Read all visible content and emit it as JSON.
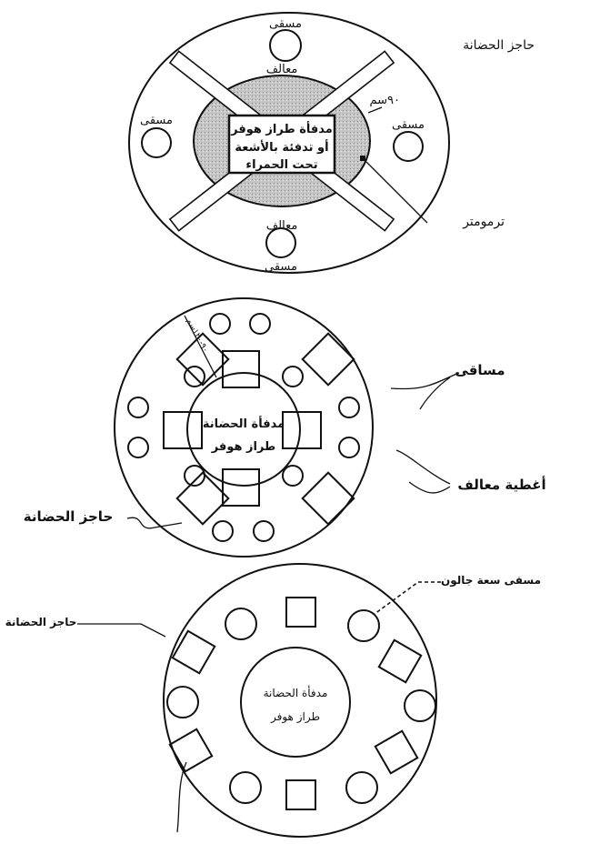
{
  "diagram1": {
    "brooder_guard": "حاجز الحضانة",
    "waterer": "مسقى",
    "feeder": "معالف",
    "distance": "٩٠سم",
    "heater_lines": [
      "مدفأة طراز هوفر",
      "أو تدفئة بالأشعة",
      "تحت الحمراء"
    ],
    "thermometer": "ترمومتر",
    "heated_area_color": "#bdbdbd"
  },
  "diagram2": {
    "heater_lines": [
      "مدفأة الحضانة",
      "طراز هوفر"
    ],
    "waterers": "مساقى",
    "feeder_covers": "أغطية معالف",
    "brooder_guard": "حاجز الحضانة",
    "distance": "٩٠-١٢٠سم"
  },
  "diagram3": {
    "waterer_gallon": "مسقى سعة جالون",
    "brooder_guard": "حاجز الحضانة",
    "heater_lines": [
      "مدفأة الحضانة",
      "طراز هوفر"
    ]
  }
}
